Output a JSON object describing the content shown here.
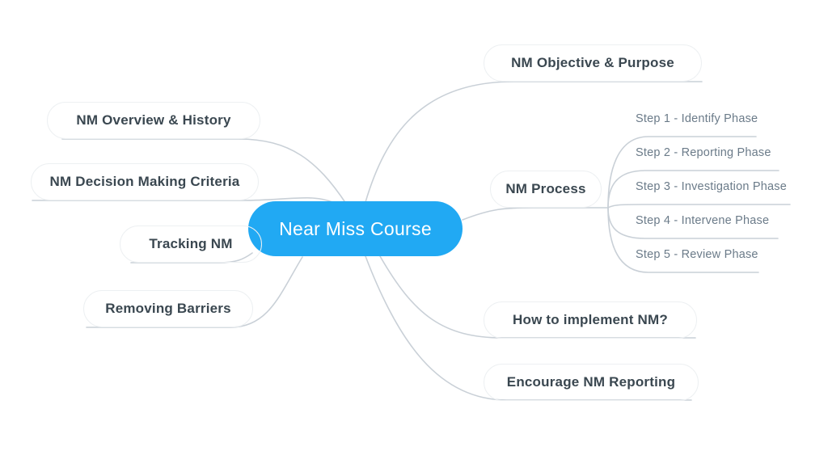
{
  "mindmap": {
    "root": {
      "label": "Near Miss Course"
    },
    "left_branches": [
      {
        "label": "NM Overview & History"
      },
      {
        "label": "NM Decision Making Criteria"
      },
      {
        "label": "Tracking NM"
      },
      {
        "label": "Removing Barriers"
      }
    ],
    "right_branches": [
      {
        "label": "NM Objective & Purpose"
      },
      {
        "label": "NM Process",
        "children": [
          {
            "label": "Step 1 - Identify Phase"
          },
          {
            "label": "Step 2 - Reporting Phase"
          },
          {
            "label": "Step 3 - Investigation Phase"
          },
          {
            "label": "Step 4 - Intervene Phase"
          },
          {
            "label": "Step 5 - Review Phase"
          }
        ]
      },
      {
        "label": "How to implement NM?"
      },
      {
        "label": "Encourage NM Reporting"
      }
    ],
    "colors": {
      "root_fill": "#21a9f3",
      "root_text": "#ffffff",
      "branch_text": "#3a4750",
      "child_text": "#6b7b89",
      "line": "#c9d0d7",
      "pill_border": "#edf0f2"
    }
  }
}
